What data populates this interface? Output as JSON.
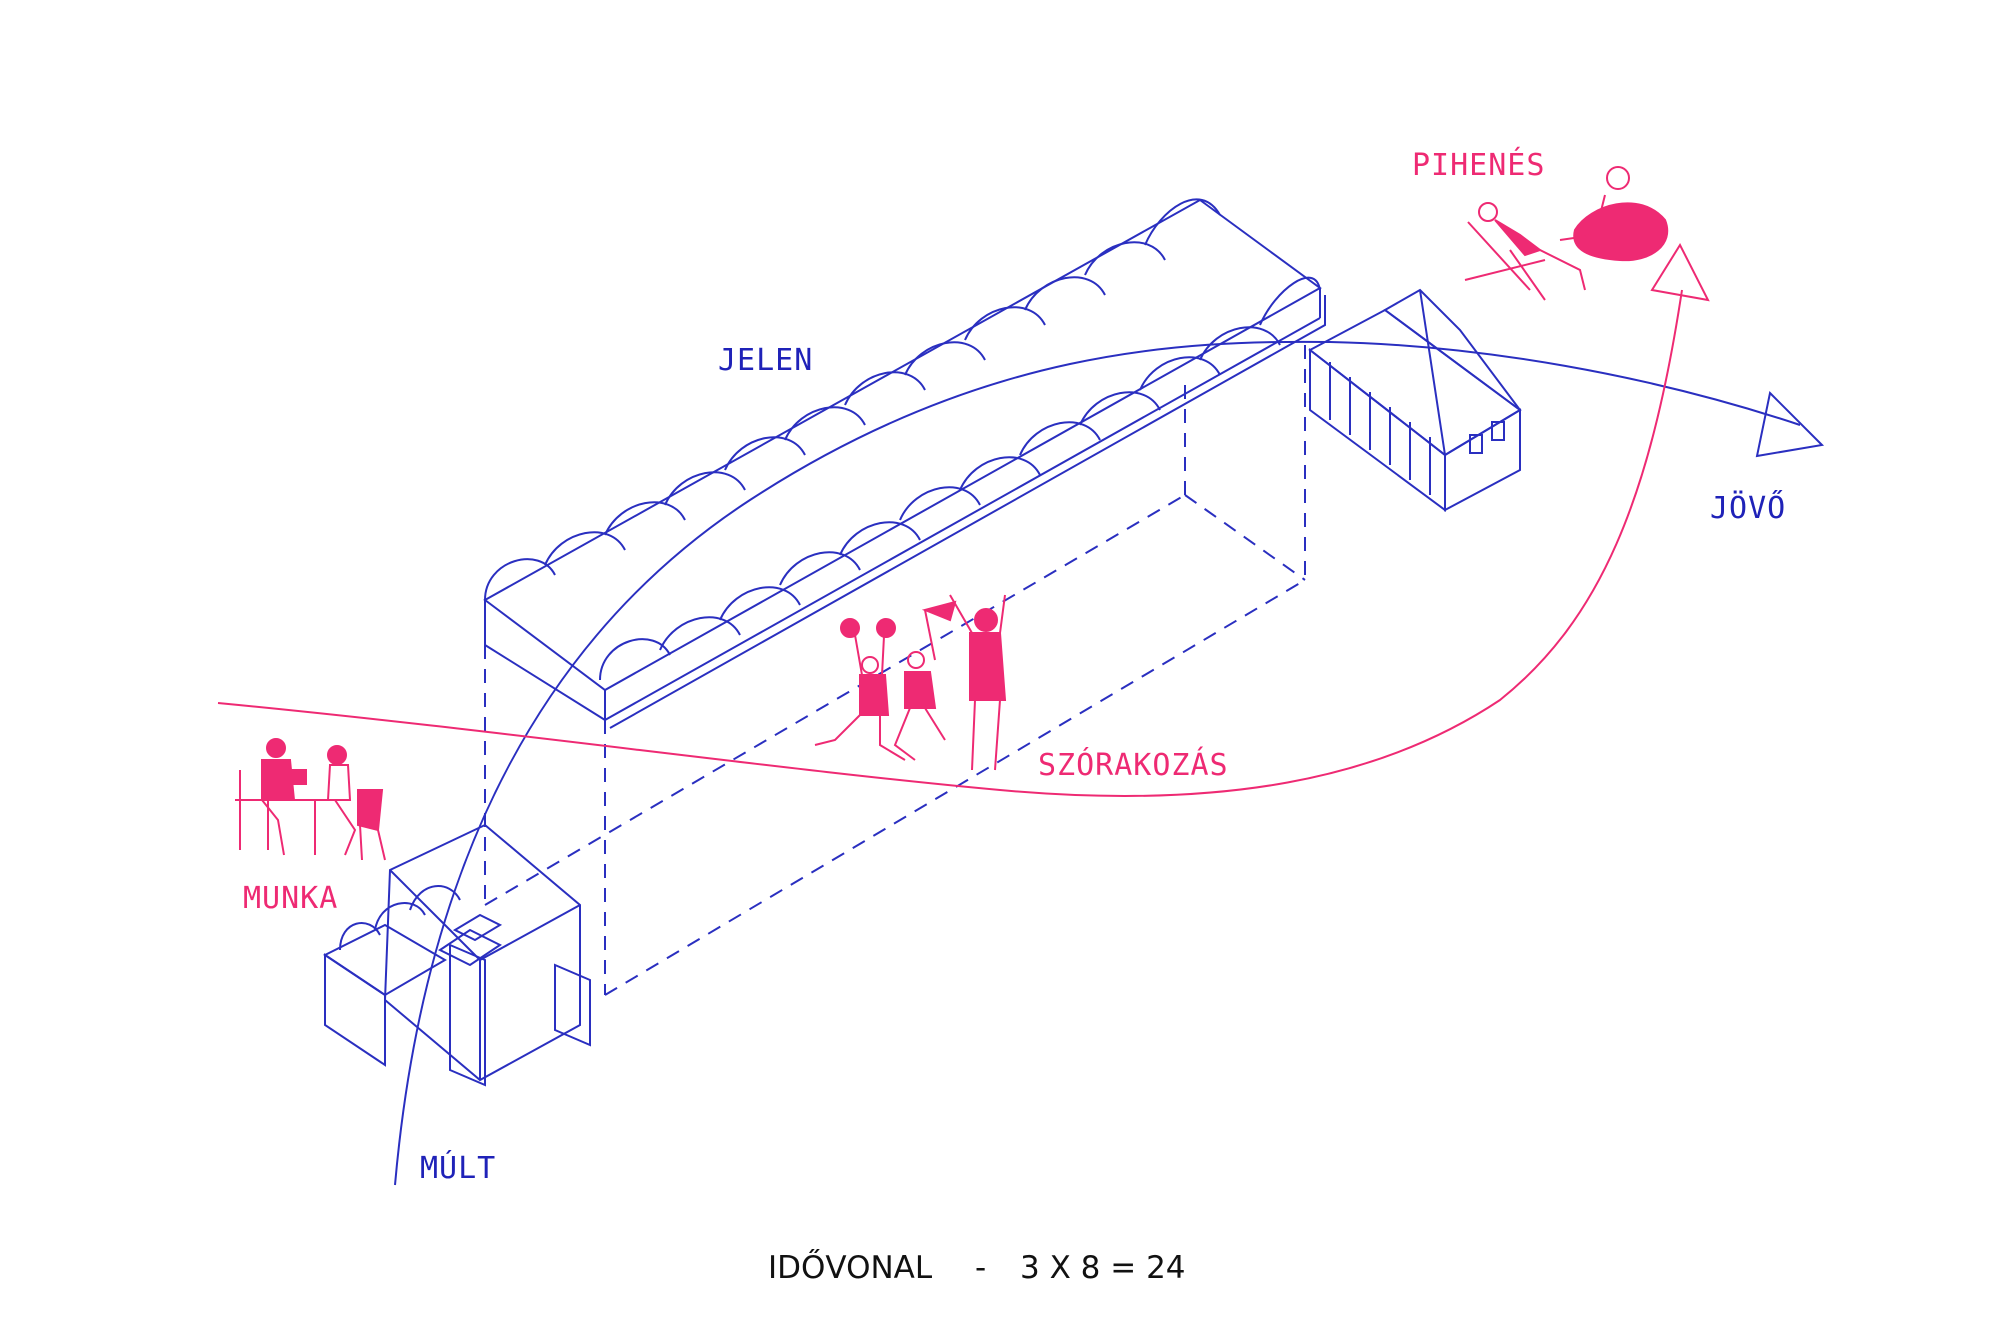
{
  "labels": {
    "jelen": "JELEN",
    "jovo": "JÖVŐ",
    "mult": "MÚLT",
    "pihenes": "PIHENÉS",
    "szorakozas": "SZÓRAKOZÁS",
    "munka": "MUNKA"
  },
  "caption": {
    "title": "IDŐVONAL",
    "separator": "-",
    "formula": "3 X 8 = 24"
  },
  "colors": {
    "blue": "#1f22b8",
    "pink": "#ee2a73",
    "caption": "#111111"
  },
  "icons": {
    "arrow_future": "triangle-arrow-right",
    "arrow_rest": "triangle-arrow-up"
  }
}
